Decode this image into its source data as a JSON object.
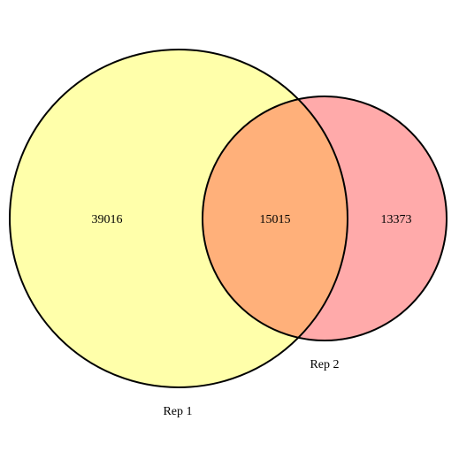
{
  "venn": {
    "sets": [
      {
        "name": "Rep 1",
        "color": "#FFFFAA"
      },
      {
        "name": "Rep 2",
        "color": "#FFAAAA"
      }
    ],
    "overlap_color": "#FFB07A",
    "outline_color": "#000000",
    "counts": {
      "rep1_only": "39016",
      "both": "15015",
      "rep2_only": "13373"
    }
  }
}
